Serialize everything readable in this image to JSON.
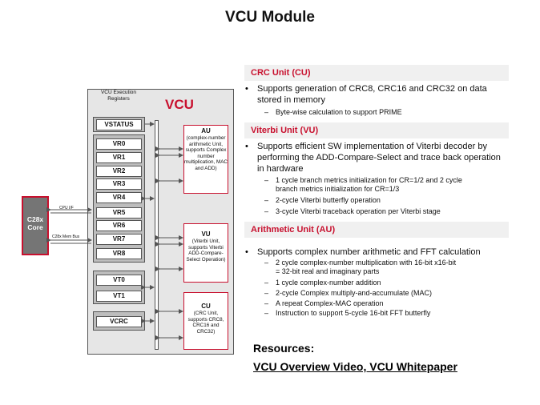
{
  "slide": {
    "title": "VCU Module"
  },
  "diagram": {
    "vcu_label": "VCU",
    "regs_caption": "VCU Execution Registers",
    "core_label": "C28x Core",
    "cpu_bus_label": "CPU I/F",
    "mem_bus_label": "C28x Mem Bus",
    "status_reg": "VSTATUS",
    "vr_regs": [
      "VR0",
      "VR1",
      "VR2",
      "VR3",
      "VR4",
      "VR5",
      "VR6",
      "VR7",
      "VR8"
    ],
    "vt_regs": [
      "VT0",
      "VT1"
    ],
    "crc_reg": "VCRC",
    "units": [
      {
        "name": "AU",
        "desc": "(complex-number arithmetic Unit, supports Complex number multiplication, MAC and ADD)"
      },
      {
        "name": "VU",
        "desc": "(Viterbi Unit, supports Viterbi ADD-Compare-Select Operation)"
      },
      {
        "name": "CU",
        "desc": "(CRC Unit, supports CRC8, CRC16 and CRC32)"
      }
    ]
  },
  "sections": {
    "crc": {
      "header": "CRC Unit (CU)",
      "bullet": "Supports generation of CRC8, CRC16 and CRC32 on data stored in memory",
      "subs": [
        "Byte-wise calculation to support PRIME"
      ]
    },
    "viterbi": {
      "header": "Viterbi Unit (VU)",
      "bullet": "Supports efficient SW implementation of Viterbi decoder by performing the ADD-Compare-Select and trace back operation in hardware",
      "subs": [
        "1 cycle branch metrics initialization for CR=1/2 and 2 cycle branch metrics initialization for CR=1/3",
        "2-cycle Viterbi butterfly operation",
        "3-cycle Viterbi traceback operation per Viterbi stage"
      ]
    },
    "arith": {
      "header": "Arithmetic Unit (AU)",
      "bullet": "Supports complex number arithmetic and FFT calculation",
      "subs": [
        "2 cycle complex-number multiplication with 16-bit x16-bit = 32-bit real and imaginary parts",
        "1 cycle complex-number addition",
        "2-cycle Complex multiply-and-accumulate (MAC)",
        "A repeat Complex-MAC operation",
        "Instruction to support 5-cycle 16-bit FFT butterfly"
      ]
    }
  },
  "resources": {
    "title": "Resources:",
    "links": "VCU Overview Video, VCU Whitepaper"
  },
  "colors": {
    "accent": "#c8102e",
    "register_group": "#bdbdbd",
    "panel": "#e6e6e6",
    "core": "#757575"
  }
}
